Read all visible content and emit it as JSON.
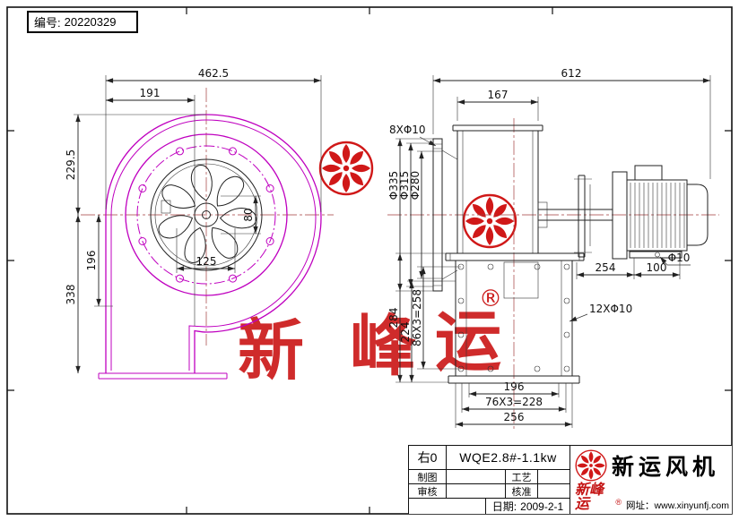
{
  "serial": {
    "label": "编号:",
    "value": "20220329"
  },
  "left_view": {
    "total_width": "462.5",
    "partial_width": "191",
    "height_top": "229.5",
    "height_mid": "196",
    "height_bottom": "338",
    "hub_dia": "80",
    "impeller_dim": "125"
  },
  "right_view": {
    "total_width": "612",
    "casing_width": "167",
    "inlet_bolts": "8XΦ10",
    "flange_od": "Φ335",
    "bolt_circle": "Φ315",
    "inlet_dia": "Φ280",
    "outlet_h": "284",
    "outlet_inner_h": "224",
    "bolt_spacing_v": "86X3=258",
    "outlet_bolts": "12XΦ10",
    "dim_254": "254",
    "dim_100": "100",
    "foot_hole": "Φ10",
    "outlet_w1": "196",
    "outlet_w2": "76X3=228",
    "outlet_w3": "256"
  },
  "watermark": {
    "char1": "新",
    "char2": "峰",
    "char3": "运",
    "registered": "®"
  },
  "title_block": {
    "orientation": "右0",
    "model": "WQE2.8#-1.1kw",
    "drawn_label": "制图",
    "process_label": "工艺",
    "check_label": "审核",
    "approve_label": "核准",
    "date_label": "日期:",
    "date_value": "2009-2-1",
    "company_name": "新运风机",
    "brand": "新峰运",
    "brand_registered": "®",
    "website": "网址：www.xinyunfj.com"
  }
}
